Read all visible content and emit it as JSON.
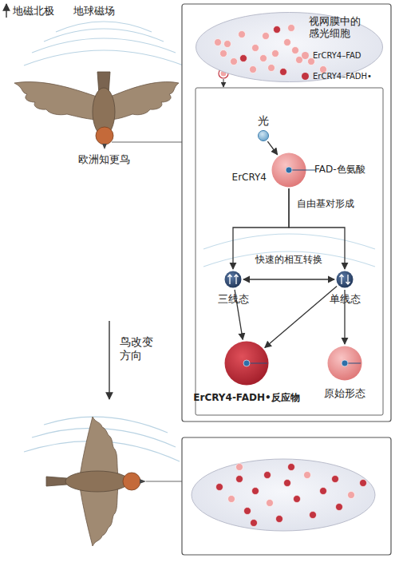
{
  "diagram": {
    "nodes": [
      {
        "text": [
          "视网膜中的感光细胞"
        ]
      },
      {
        "text": [
          "光"
        ]
      },
      {
        "text": [
          "ErCRY4",
          "FAD-色氨酸"
        ]
      },
      {
        "text": [
          "三线态"
        ]
      },
      {
        "text": [
          "单线态"
        ]
      },
      {
        "text": [
          "ErCRY4-FADH•反应物"
        ]
      },
      {
        "text": [
          "原始形态"
        ]
      }
    ],
    "edges": [
      {
        "from": 1,
        "to": 2,
        "arrow": "to"
      },
      {
        "from": 2,
        "to": 3,
        "arrow": "to",
        "label": "自由基对形成"
      },
      {
        "from": 2,
        "to": 4,
        "arrow": "to"
      },
      {
        "from": 3,
        "to": 4,
        "arrow": "both",
        "label": "快速的相互转换"
      },
      {
        "from": 3,
        "to": 5,
        "arrow": "to"
      },
      {
        "from": 4,
        "to": 5,
        "arrow": "to"
      },
      {
        "from": 4,
        "to": 6,
        "arrow": "to"
      }
    ],
    "labels": [
      "地磁北极",
      "地球磁场",
      "欧洲知更鸟",
      "鸟改变方向"
    ],
    "legend": [
      {
        "text": "ErCRY4–FAD",
        "color": "#f2a5a5"
      },
      {
        "text": "ErCRY4–FADH•",
        "color": "#c23440"
      }
    ]
  }
}
